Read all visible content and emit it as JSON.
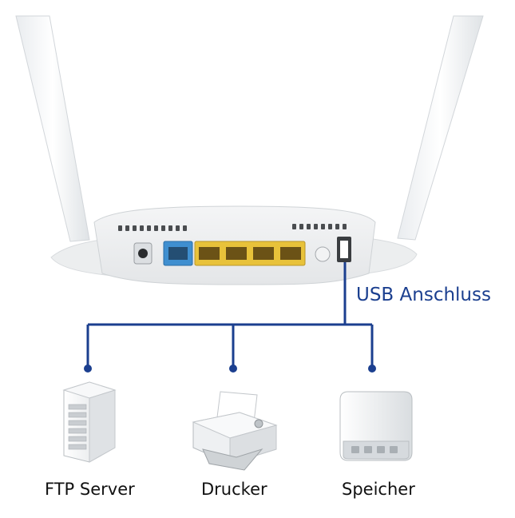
{
  "callout": {
    "usb_label": "USB Anschluss"
  },
  "devices": [
    {
      "label": "FTP Server",
      "icon": "server-icon"
    },
    {
      "label": "Drucker",
      "icon": "printer-icon"
    },
    {
      "label": "Speicher",
      "icon": "storage-drive-icon"
    }
  ],
  "colors": {
    "connector_line": "#1b3f8f",
    "wan_port": "#3f8fd0",
    "lan_port": "#e8c23a"
  }
}
